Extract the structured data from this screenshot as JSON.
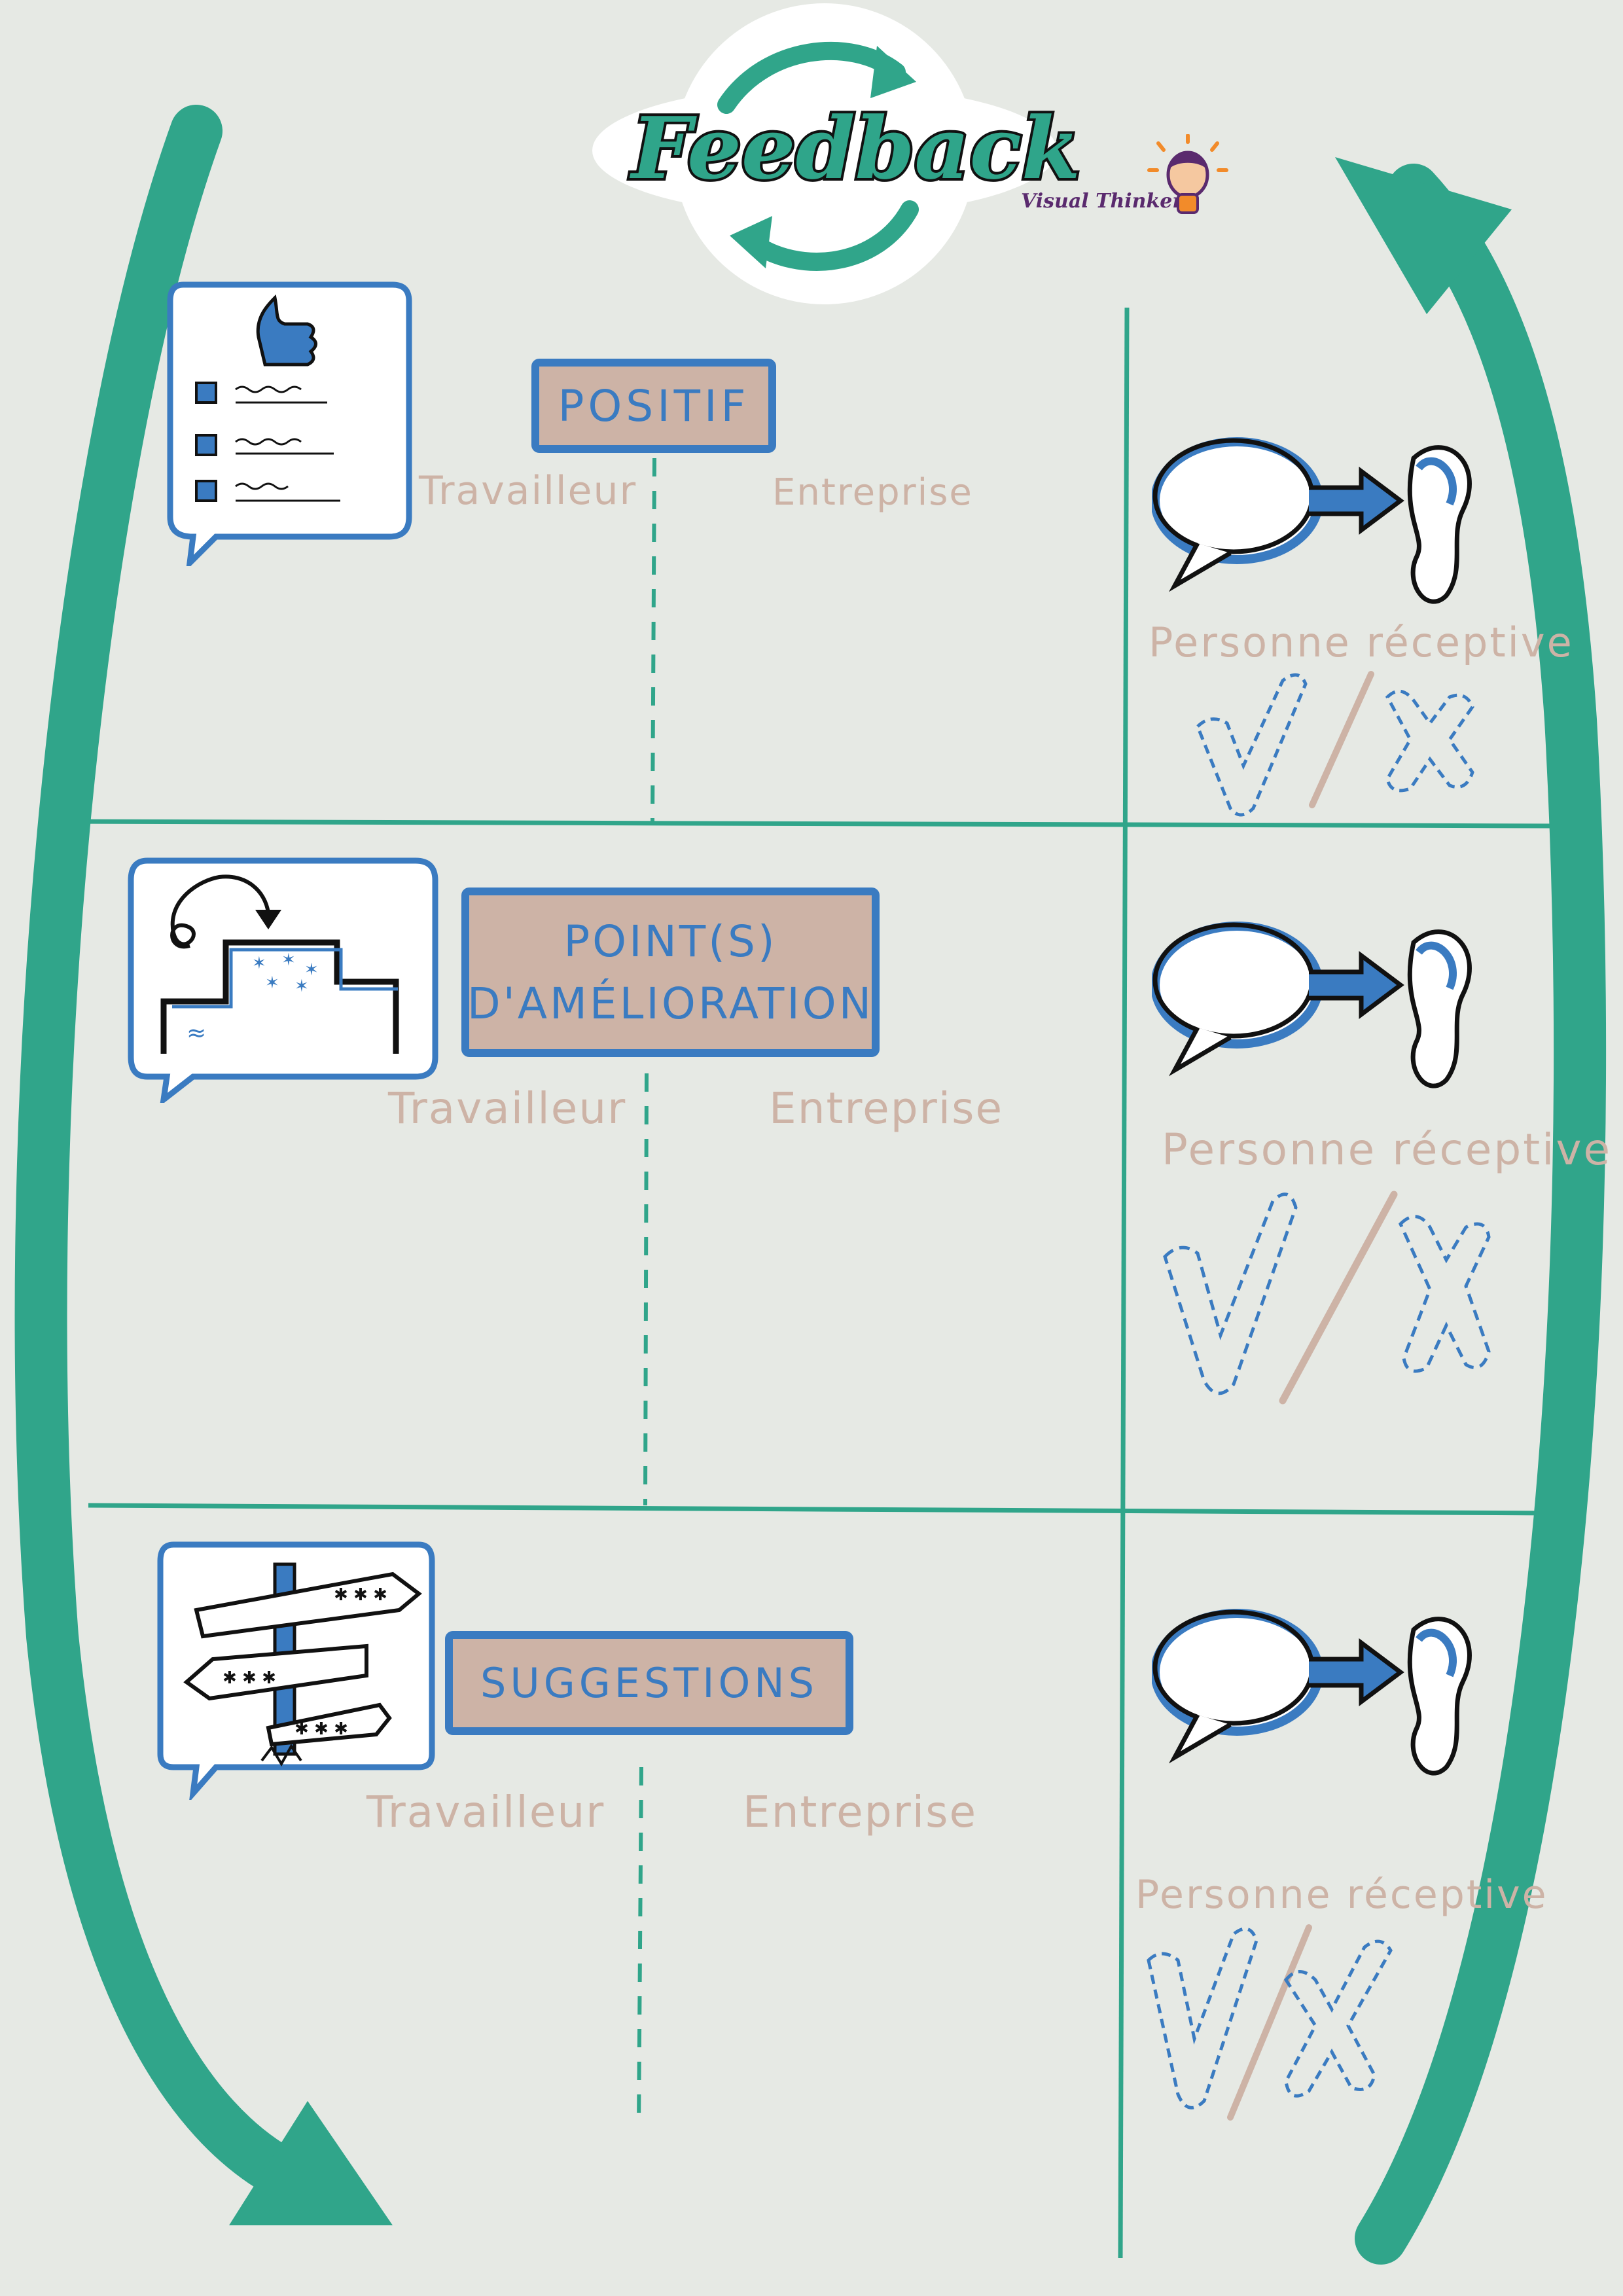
{
  "title": "Feedback",
  "brand": "Visual Thinker",
  "colors": {
    "background": "#e6e9e4",
    "teal": "#30a58a",
    "blue": "#3a7bc1",
    "tan": "#cdb3a6"
  },
  "sections": [
    {
      "label": "Positif",
      "label_lines": [
        "POSITIF"
      ],
      "col_left": "Travailleur",
      "col_right": "Entreprise",
      "receiver": "Personne réceptive",
      "icon": "checklist-thumbs-up-icon"
    },
    {
      "label": "Point(s) d'amélioration",
      "label_lines": [
        "POINT(S)",
        "D'AMÉLIORATION"
      ],
      "col_left": "Travailleur",
      "col_right": "Entreprise",
      "receiver": "Personne réceptive",
      "icon": "stairs-step-up-icon"
    },
    {
      "label": "Suggestions",
      "label_lines": [
        "SUGGESTIONS"
      ],
      "col_left": "Travailleur",
      "col_right": "Entreprise",
      "receiver": "Personne réceptive",
      "icon": "signpost-icon"
    }
  ]
}
